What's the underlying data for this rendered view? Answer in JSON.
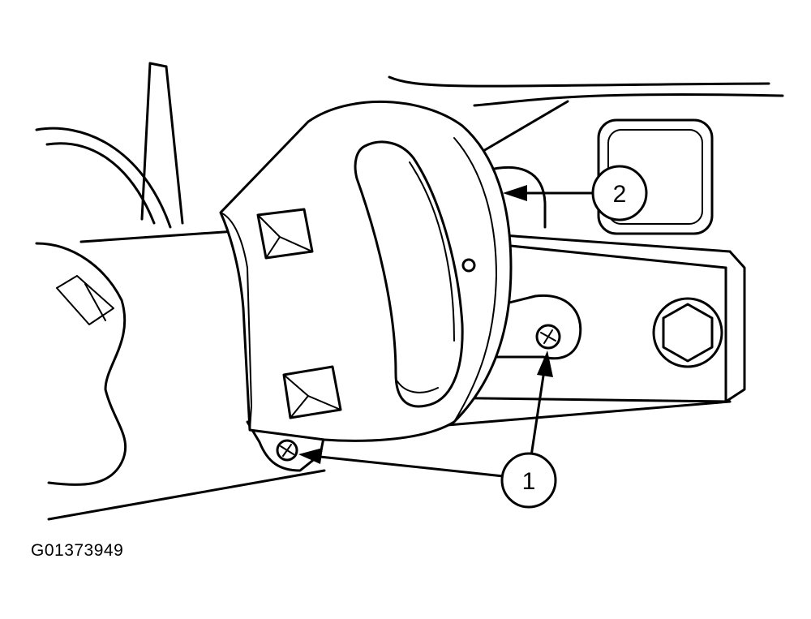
{
  "figure": {
    "id": "G01373949"
  },
  "callouts": [
    {
      "number": "1"
    },
    {
      "number": "2"
    }
  ],
  "colors": {
    "line": "#000000",
    "background": "#ffffff"
  }
}
